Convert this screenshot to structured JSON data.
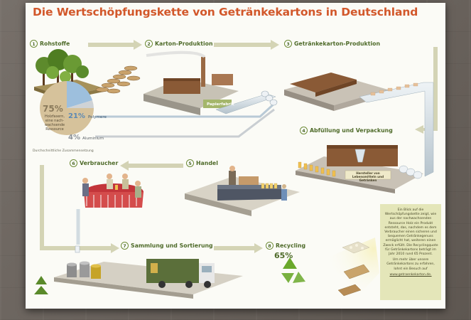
{
  "title": "Die Wertschöpfungskette von Getränkekartons in Deutschland",
  "steps": [
    {
      "num": "1",
      "label": "Rohstoffe"
    },
    {
      "num": "2",
      "label": "Karton-Produktion"
    },
    {
      "num": "3",
      "label": "Getränkekarton-Produktion"
    },
    {
      "num": "4",
      "label": "Abfüllung und Verpackung"
    },
    {
      "num": "5",
      "label": "Handel"
    },
    {
      "num": "6",
      "label": "Verbraucher"
    },
    {
      "num": "7",
      "label": "Sammlung und Sortierung"
    },
    {
      "num": "8",
      "label": "Recycling"
    }
  ],
  "composition": {
    "wood_pct": "75%",
    "wood_text": "Holzfasern, eine nach-wachsende Ressource",
    "poly_pct": "21%",
    "poly_label": "Polymere",
    "alu_pct": "4%",
    "alu_label": "Aluminium",
    "caption": "Durchschnittliche Zusammensetzung"
  },
  "papierfabrik_label": "Papierfabrik",
  "hersteller_label": "Hersteller von Lebensmitteln und Getränken",
  "recycling_pct": "65%",
  "sidebar": {
    "para1": "Ein Blick auf die Wertschöpfungskette zeigt, wie aus der nachwachsenden Ressource Holz ein Produkt entsteht, das, nachdem es dem Verbraucher einen sicheren und bequemen Getränkegenuss ermöglicht hat, weiteren einen Zweck erfüllt. Die Recyclingquote für Getränkekartons beträgt im Jahr 2010 rund 65 Prozent.",
    "para2": "Um mehr über unsere Getränkekartons zu erfahren, lohnt ein Besuch auf",
    "link": "www.getraenkekarton.de."
  },
  "colors": {
    "title": "#d2572a",
    "step_text": "#4f6b2a",
    "arrow": "#c9c9a4",
    "belt": "#c8d4dc",
    "sidebar_bg": "#e4e6b9",
    "recycle_green": "#6aa82b"
  }
}
